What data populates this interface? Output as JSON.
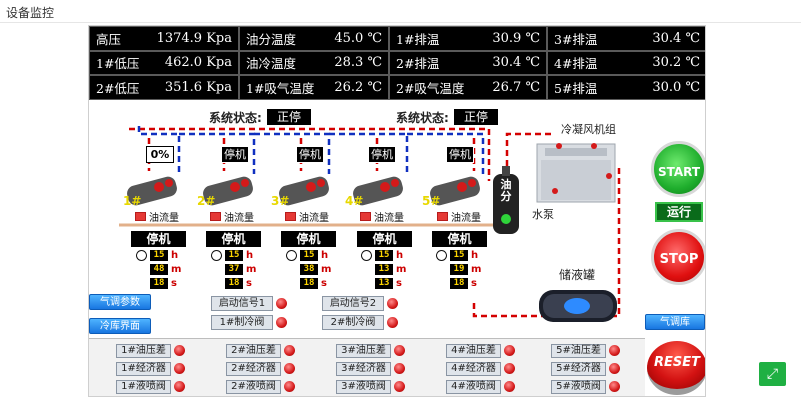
{
  "page_title": "设备监控",
  "readings": [
    {
      "label": "高压",
      "value": "1374.9 Kpa"
    },
    {
      "label": "油分温度",
      "value": "45.0 ℃"
    },
    {
      "label": "1#排温",
      "value": "30.9 ℃"
    },
    {
      "label": "3#排温",
      "value": "30.4 ℃"
    },
    {
      "label": "1#低压",
      "value": "462.0 Kpa"
    },
    {
      "label": "油冷温度",
      "value": "28.3 ℃"
    },
    {
      "label": "2#排温",
      "value": "30.4 ℃"
    },
    {
      "label": "4#排温",
      "value": "30.2 ℃"
    },
    {
      "label": "2#低压",
      "value": "351.6 Kpa"
    },
    {
      "label": "1#吸气温度",
      "value": "26.2 ℃"
    },
    {
      "label": "2#吸气温度",
      "value": "26.7 ℃"
    },
    {
      "label": "5#排温",
      "value": "30.0 ℃"
    }
  ],
  "system_status": [
    {
      "label": "系统状态:",
      "value": "正停"
    },
    {
      "label": "系统状态:",
      "value": "正停"
    }
  ],
  "compressors": [
    {
      "num": "1#",
      "status": "0%",
      "flow": "油流量",
      "run": "停机",
      "h": "15",
      "m": "48",
      "s": "18"
    },
    {
      "num": "2#",
      "status": "停机",
      "flow": "油流量",
      "run": "停机",
      "h": "15",
      "m": "37",
      "s": "18"
    },
    {
      "num": "3#",
      "status": "停机",
      "flow": "油流量",
      "run": "停机",
      "h": "15",
      "m": "38",
      "s": "18"
    },
    {
      "num": "4#",
      "status": "停机",
      "flow": "油流量",
      "run": "停机",
      "h": "15",
      "m": "13",
      "s": "13"
    },
    {
      "num": "5#",
      "status": "停机",
      "flow": "油流量",
      "run": "停机",
      "h": "15",
      "m": "19",
      "s": "18"
    }
  ],
  "time_units": {
    "h": "h",
    "m": "m",
    "s": "s"
  },
  "oil_separator": "油分",
  "condenser_label": "冷凝风机组",
  "pump_label": "水泵",
  "receiver_label": "储液罐",
  "buttons": {
    "start": "START",
    "run": "运行",
    "stop": "STOP",
    "reset": "RESET"
  },
  "nav": {
    "ac_params": "气调参数",
    "cold_store": "冷库界面",
    "ac_store": "气调库"
  },
  "signals": [
    {
      "label": "启动信号1"
    },
    {
      "label": "启动信号2"
    },
    {
      "label": "1#制冷阀"
    },
    {
      "label": "2#制冷阀"
    }
  ],
  "faults": [
    [
      "1#油压差",
      "2#油压差",
      "3#油压差",
      "4#油压差",
      "5#油压差"
    ],
    [
      "1#经济器",
      "2#经济器",
      "3#经济器",
      "4#经济器",
      "5#经济器"
    ],
    [
      "1#液喷阀",
      "2#液喷阀",
      "3#液喷阀",
      "4#液喷阀",
      "5#液喷阀"
    ]
  ],
  "colors": {
    "lamp": "#d41a1a",
    "pipe_red": "#d40000",
    "pipe_blue": "#1030c0",
    "start": "#1fae2d",
    "stop": "#e01010"
  }
}
